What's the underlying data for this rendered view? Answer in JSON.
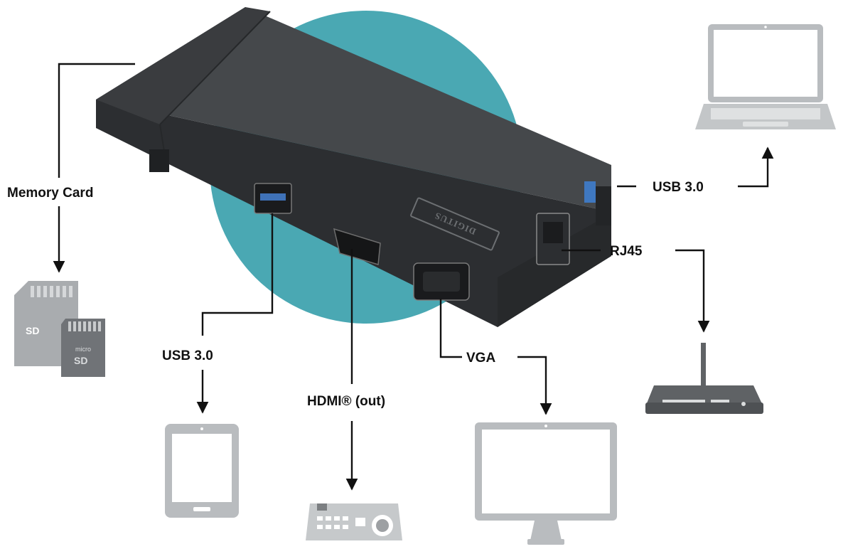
{
  "labels": {
    "memory_card": "Memory Card",
    "usb_right": "USB 3.0",
    "rj45": "RJ45",
    "usb_bottom": "USB 3.0",
    "hdmi": "HDMI® (out)",
    "vga": "VGA"
  },
  "device": {
    "brand": "DIGITUS"
  },
  "sd_card": {
    "large_text": "SD",
    "micro_top_text": "micro",
    "micro_text": "SD"
  },
  "icons": {
    "hub": "usb-docking-hub-icon",
    "laptop": "laptop-icon",
    "router": "router-icon",
    "tablet": "tablet-icon",
    "projector": "projector-icon",
    "monitor": "monitor-icon",
    "sd_card": "sd-card-icon"
  },
  "colors": {
    "accent_circle": "#4aa8b3",
    "device_body": "#3b3d40",
    "icon_gray": "#b9bcbf",
    "line": "#111111"
  }
}
